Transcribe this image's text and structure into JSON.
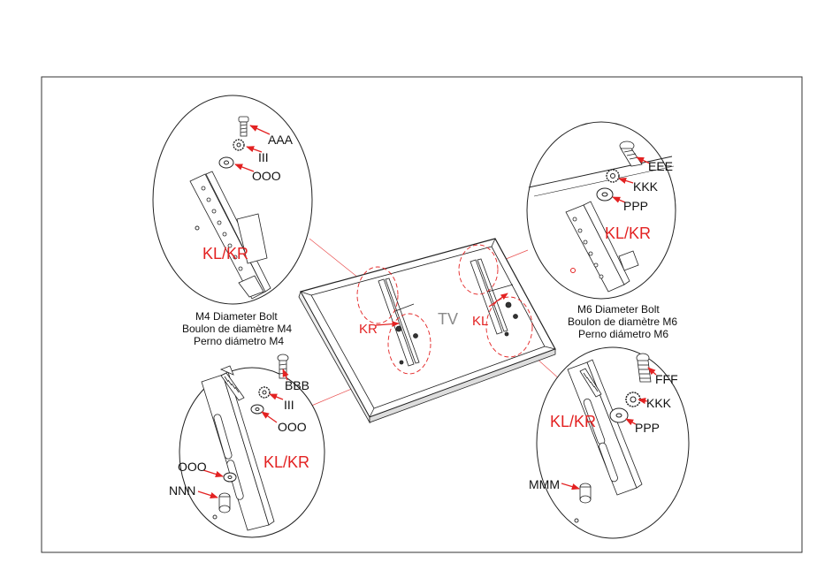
{
  "colors": {
    "accent_red": "#e32222",
    "line": "#222222",
    "callout_dash": "#e32222"
  },
  "tv": {
    "label": "TV",
    "left_bracket": "KR",
    "right_bracket": "KL"
  },
  "detail_top_left": {
    "parts": [
      "AAA",
      "III",
      "OOO"
    ],
    "bracket": "KL/KR"
  },
  "caption_left": {
    "line1": "M4 Diameter Bolt",
    "line2": "Boulon de diamètre M4",
    "line3": "Perno diámetro M4"
  },
  "detail_bottom_left": {
    "parts": [
      "BBB",
      "III",
      "OOO"
    ],
    "spacer_parts": [
      "OOO",
      "NNN"
    ],
    "bracket": "KL/KR"
  },
  "detail_top_right": {
    "parts": [
      "EEE",
      "KKK",
      "PPP"
    ],
    "bracket": "KL/KR"
  },
  "caption_right": {
    "line1": "M6 Diameter Bolt",
    "line2": "Boulon de diamètre M6",
    "line3": "Perno diámetro M6"
  },
  "detail_bottom_right": {
    "parts": [
      "FFF",
      "KKK",
      "PPP"
    ],
    "spacer_parts": [
      "MMM"
    ],
    "bracket": "KL/KR"
  }
}
